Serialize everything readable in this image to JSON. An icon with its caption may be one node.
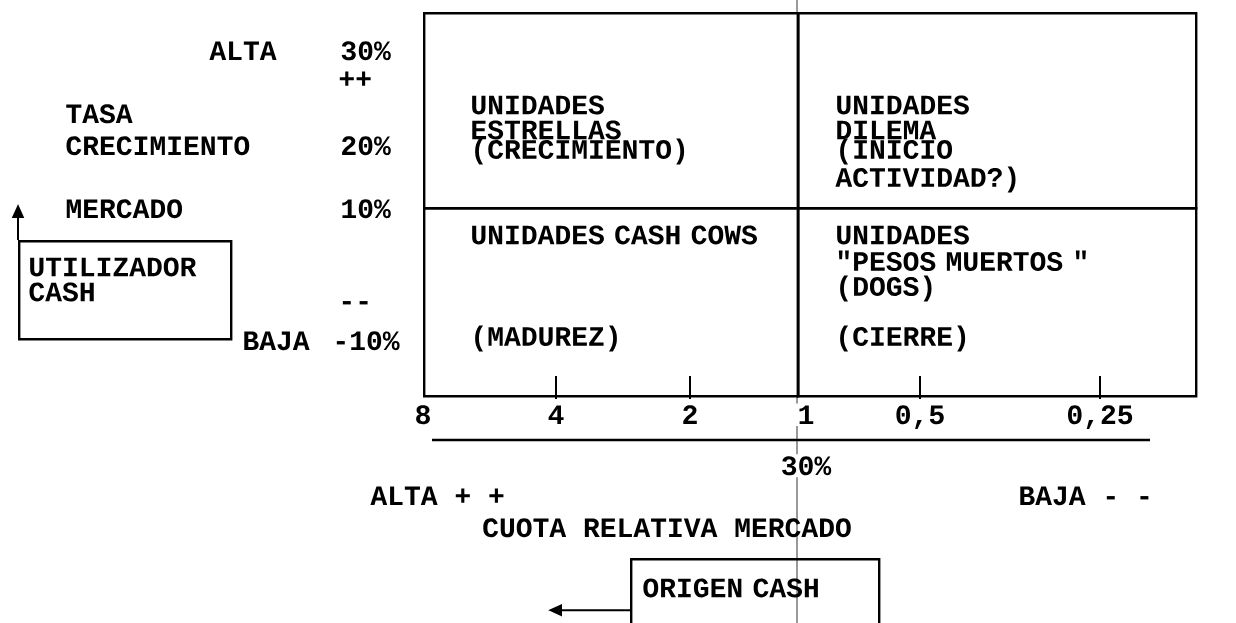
{
  "diagram": {
    "nodes": [
      {
        "text": [
          "UNIDADES ESTRELLAS",
          "(CRECIMIENTO)"
        ]
      },
      {
        "text": [
          "UNIDADES DILEMA",
          "(INICIO ACTIVIDAD?)"
        ]
      },
      {
        "text": [
          "UNIDADES CASH COWS",
          "(MADUREZ)"
        ]
      },
      {
        "text": [
          "UNIDADES",
          "\"PESOS MUERTOS \"",
          "(DOGS)",
          "(CIERRE)"
        ]
      },
      {
        "text": [
          "UTILIZADOR CASH"
        ]
      },
      {
        "text": [
          "ORIGEN CASH"
        ]
      }
    ],
    "edges": [
      {
        "from": 4,
        "to": null,
        "arrow": "to"
      },
      {
        "from": 5,
        "to": null,
        "arrow": "to"
      }
    ],
    "labels": [
      "ALTA",
      "30%",
      "++",
      "TASA",
      "CRECIMIENTO",
      "20%",
      "MERCADO",
      "10%",
      "--",
      "BAJA",
      "-10%",
      "8",
      "4",
      "2",
      "1",
      "0,5",
      "0,25",
      "30%",
      "ALTA + +",
      "BAJA - -",
      "CUOTA RELATIVA MERCADO"
    ]
  }
}
